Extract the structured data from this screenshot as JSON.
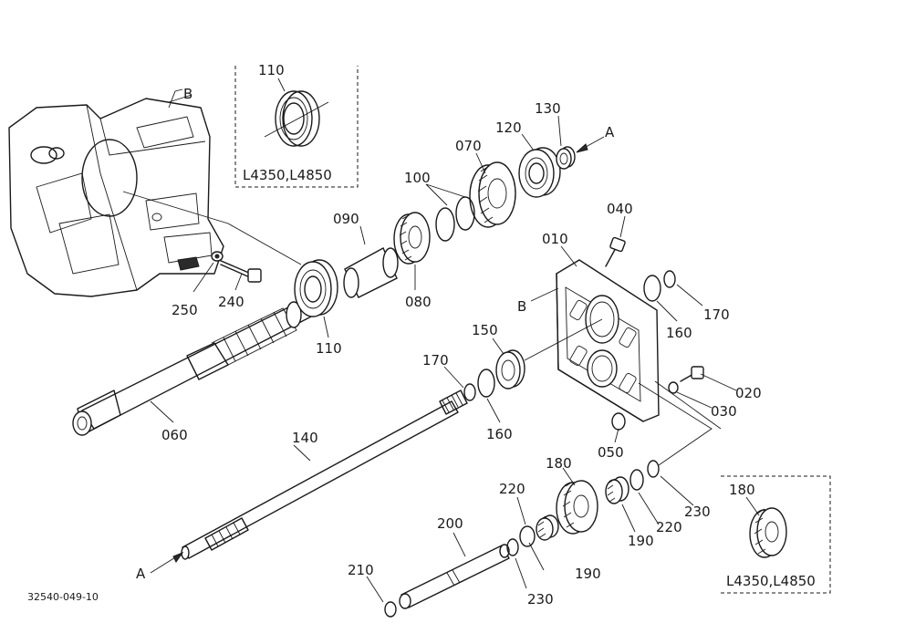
{
  "figure_code": "32540-049-10",
  "inset_variants": [
    "L4350,L4850",
    "L4350,L4850"
  ],
  "arrow_labels": {
    "a_top": "A",
    "a_bottom": "A",
    "b_top": "B",
    "b_mid": "B"
  },
  "part_labels": {
    "p110_inset": "110",
    "p110": "110",
    "p130": "130",
    "p120": "120",
    "p070": "070",
    "p100": "100",
    "p090": "090",
    "p080": "080",
    "p040": "040",
    "p010": "010",
    "p170_right": "170",
    "p160_right": "160",
    "p250": "250",
    "p240": "240",
    "p060": "060",
    "p150": "150",
    "p170_mid": "170",
    "p160_mid": "160",
    "p020": "020",
    "p030": "030",
    "p050": "050",
    "p140": "140",
    "p180": "180",
    "p180_inset": "180",
    "p220_upper": "220",
    "p220_right": "220",
    "p230_right": "230",
    "p190_upper": "190",
    "p190_lower": "190",
    "p200": "200",
    "p210": "210",
    "p230_lower": "230"
  }
}
